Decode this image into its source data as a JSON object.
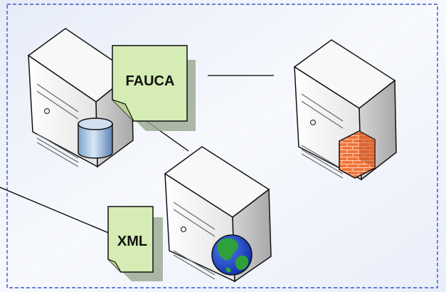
{
  "diagram": {
    "documents": {
      "fauca": {
        "label": "FAUCA"
      },
      "xml": {
        "label": "XML"
      }
    },
    "servers": [
      {
        "id": "database-server",
        "badge": "database-cylinder-icon"
      },
      {
        "id": "firewall-server",
        "badge": "firewall-brick-icon"
      },
      {
        "id": "web-server",
        "badge": "globe-icon"
      }
    ],
    "colors": {
      "boundary": "#3a56c8",
      "document_fill": "#d5ecb4",
      "server_body": "#f4f4f4",
      "connector": "#000000"
    }
  }
}
